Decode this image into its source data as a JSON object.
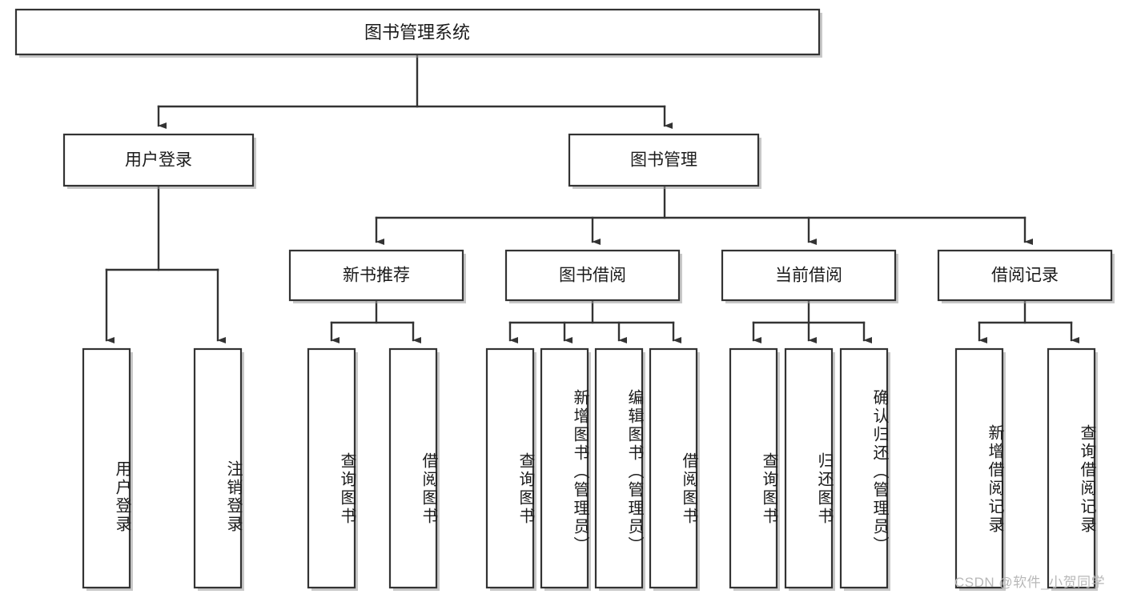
{
  "diagram": {
    "type": "tree-hierarchy-chart",
    "title": "图书管理系统",
    "root": {
      "id": "root",
      "label": "图书管理系统",
      "level": 0
    },
    "level2": [
      {
        "id": "user-login",
        "label": "用户登录"
      },
      {
        "id": "book-manage",
        "label": "图书管理"
      }
    ],
    "level3": [
      {
        "id": "new-book-rec",
        "label": "新书推荐",
        "parent": "book-manage"
      },
      {
        "id": "book-borrow",
        "label": "图书借阅",
        "parent": "book-manage"
      },
      {
        "id": "current-borrow",
        "label": "当前借阅",
        "parent": "book-manage"
      },
      {
        "id": "borrow-record",
        "label": "借阅记录",
        "parent": "book-manage"
      }
    ],
    "leaves": [
      {
        "id": "leaf-user-login",
        "label": "用户登录",
        "parent": "user-login"
      },
      {
        "id": "leaf-logout-login",
        "label": "注销登录",
        "parent": "user-login"
      },
      {
        "id": "leaf-query-book-1",
        "label": "查询图书",
        "parent": "new-book-rec"
      },
      {
        "id": "leaf-borrow-book-1",
        "label": "借阅图书",
        "parent": "new-book-rec"
      },
      {
        "id": "leaf-query-book-2",
        "label": "查询图书",
        "parent": "book-borrow"
      },
      {
        "id": "leaf-add-book",
        "label": "新增图书（管理员）",
        "parent": "book-borrow"
      },
      {
        "id": "leaf-edit-book",
        "label": "编辑图书（管理员）",
        "parent": "book-borrow"
      },
      {
        "id": "leaf-borrow-book-2",
        "label": "借阅图书",
        "parent": "book-borrow"
      },
      {
        "id": "leaf-query-book-3",
        "label": "查询图书",
        "parent": "current-borrow"
      },
      {
        "id": "leaf-return-book",
        "label": "归还图书",
        "parent": "current-borrow"
      },
      {
        "id": "leaf-confirm-return",
        "label": "确认归还（管理员）",
        "parent": "current-borrow"
      },
      {
        "id": "leaf-add-record",
        "label": "新增借阅记录",
        "parent": "borrow-record"
      },
      {
        "id": "leaf-query-record",
        "label": "查询借阅记录",
        "parent": "borrow-record"
      }
    ],
    "colors": {
      "box_fill": "#ffffff",
      "box_stroke": "#333333",
      "text": "#1b1b1b",
      "connector": "#333333",
      "background": "#ffffff",
      "watermark": "#b8b8b8"
    }
  },
  "watermark": {
    "text": "CSDN @软件_小贺同学"
  }
}
